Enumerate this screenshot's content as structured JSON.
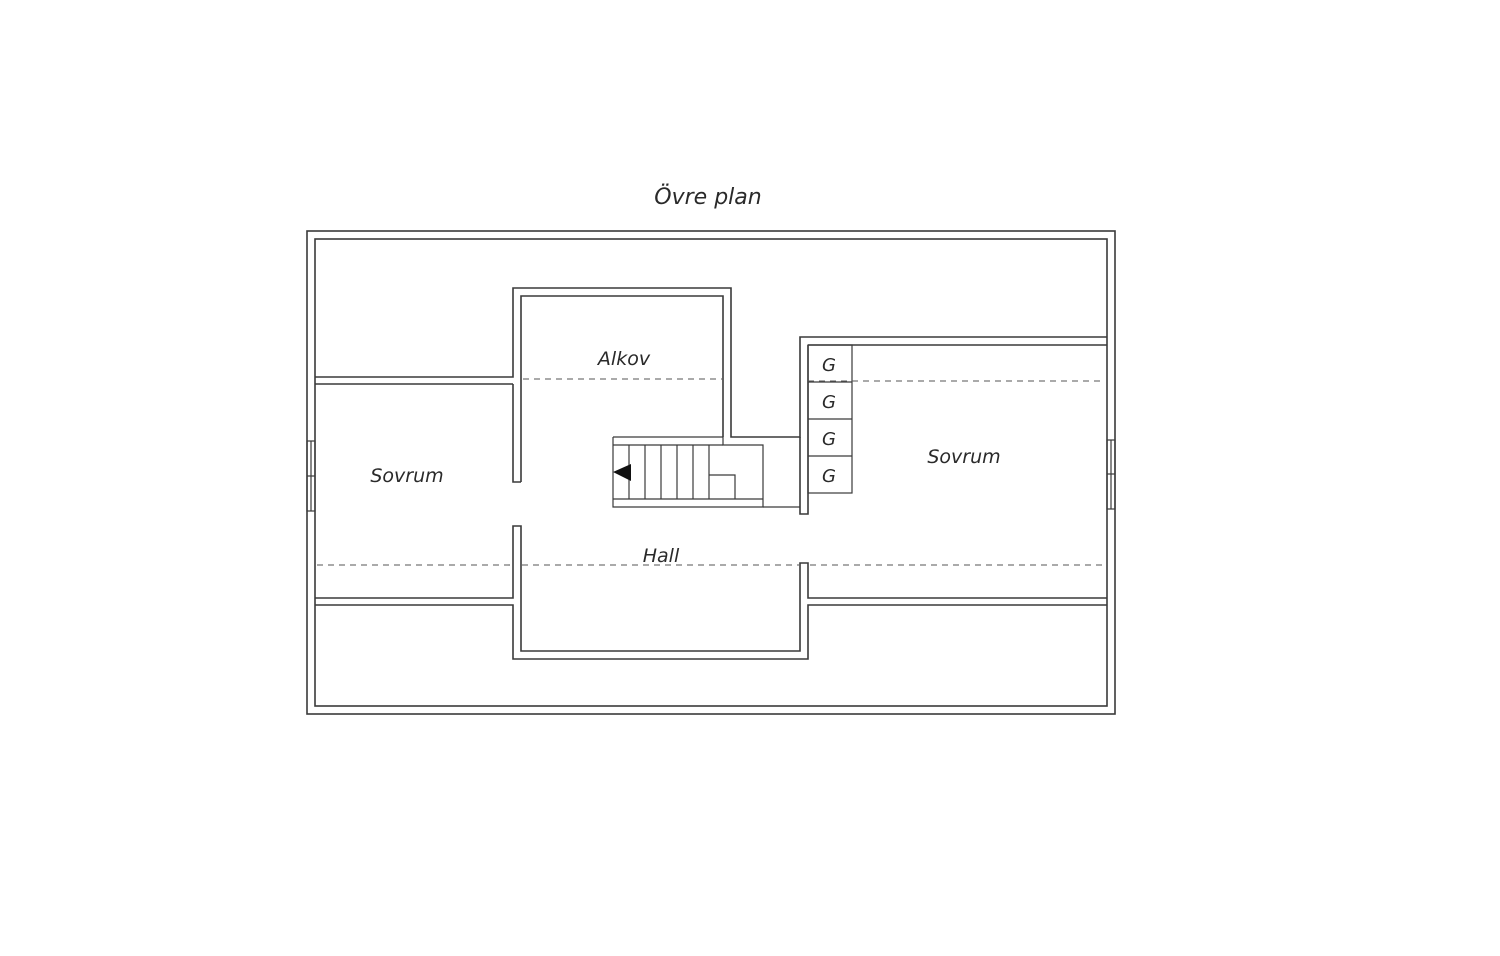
{
  "floor_title": "Övre plan",
  "rooms": [
    {
      "id": "alkov",
      "label": "Alkov"
    },
    {
      "id": "sovrum-left",
      "label": "Sovrum"
    },
    {
      "id": "sovrum-right",
      "label": "Sovrum"
    },
    {
      "id": "hall",
      "label": "Hall"
    }
  ],
  "closets": [
    "G",
    "G",
    "G",
    "G"
  ]
}
